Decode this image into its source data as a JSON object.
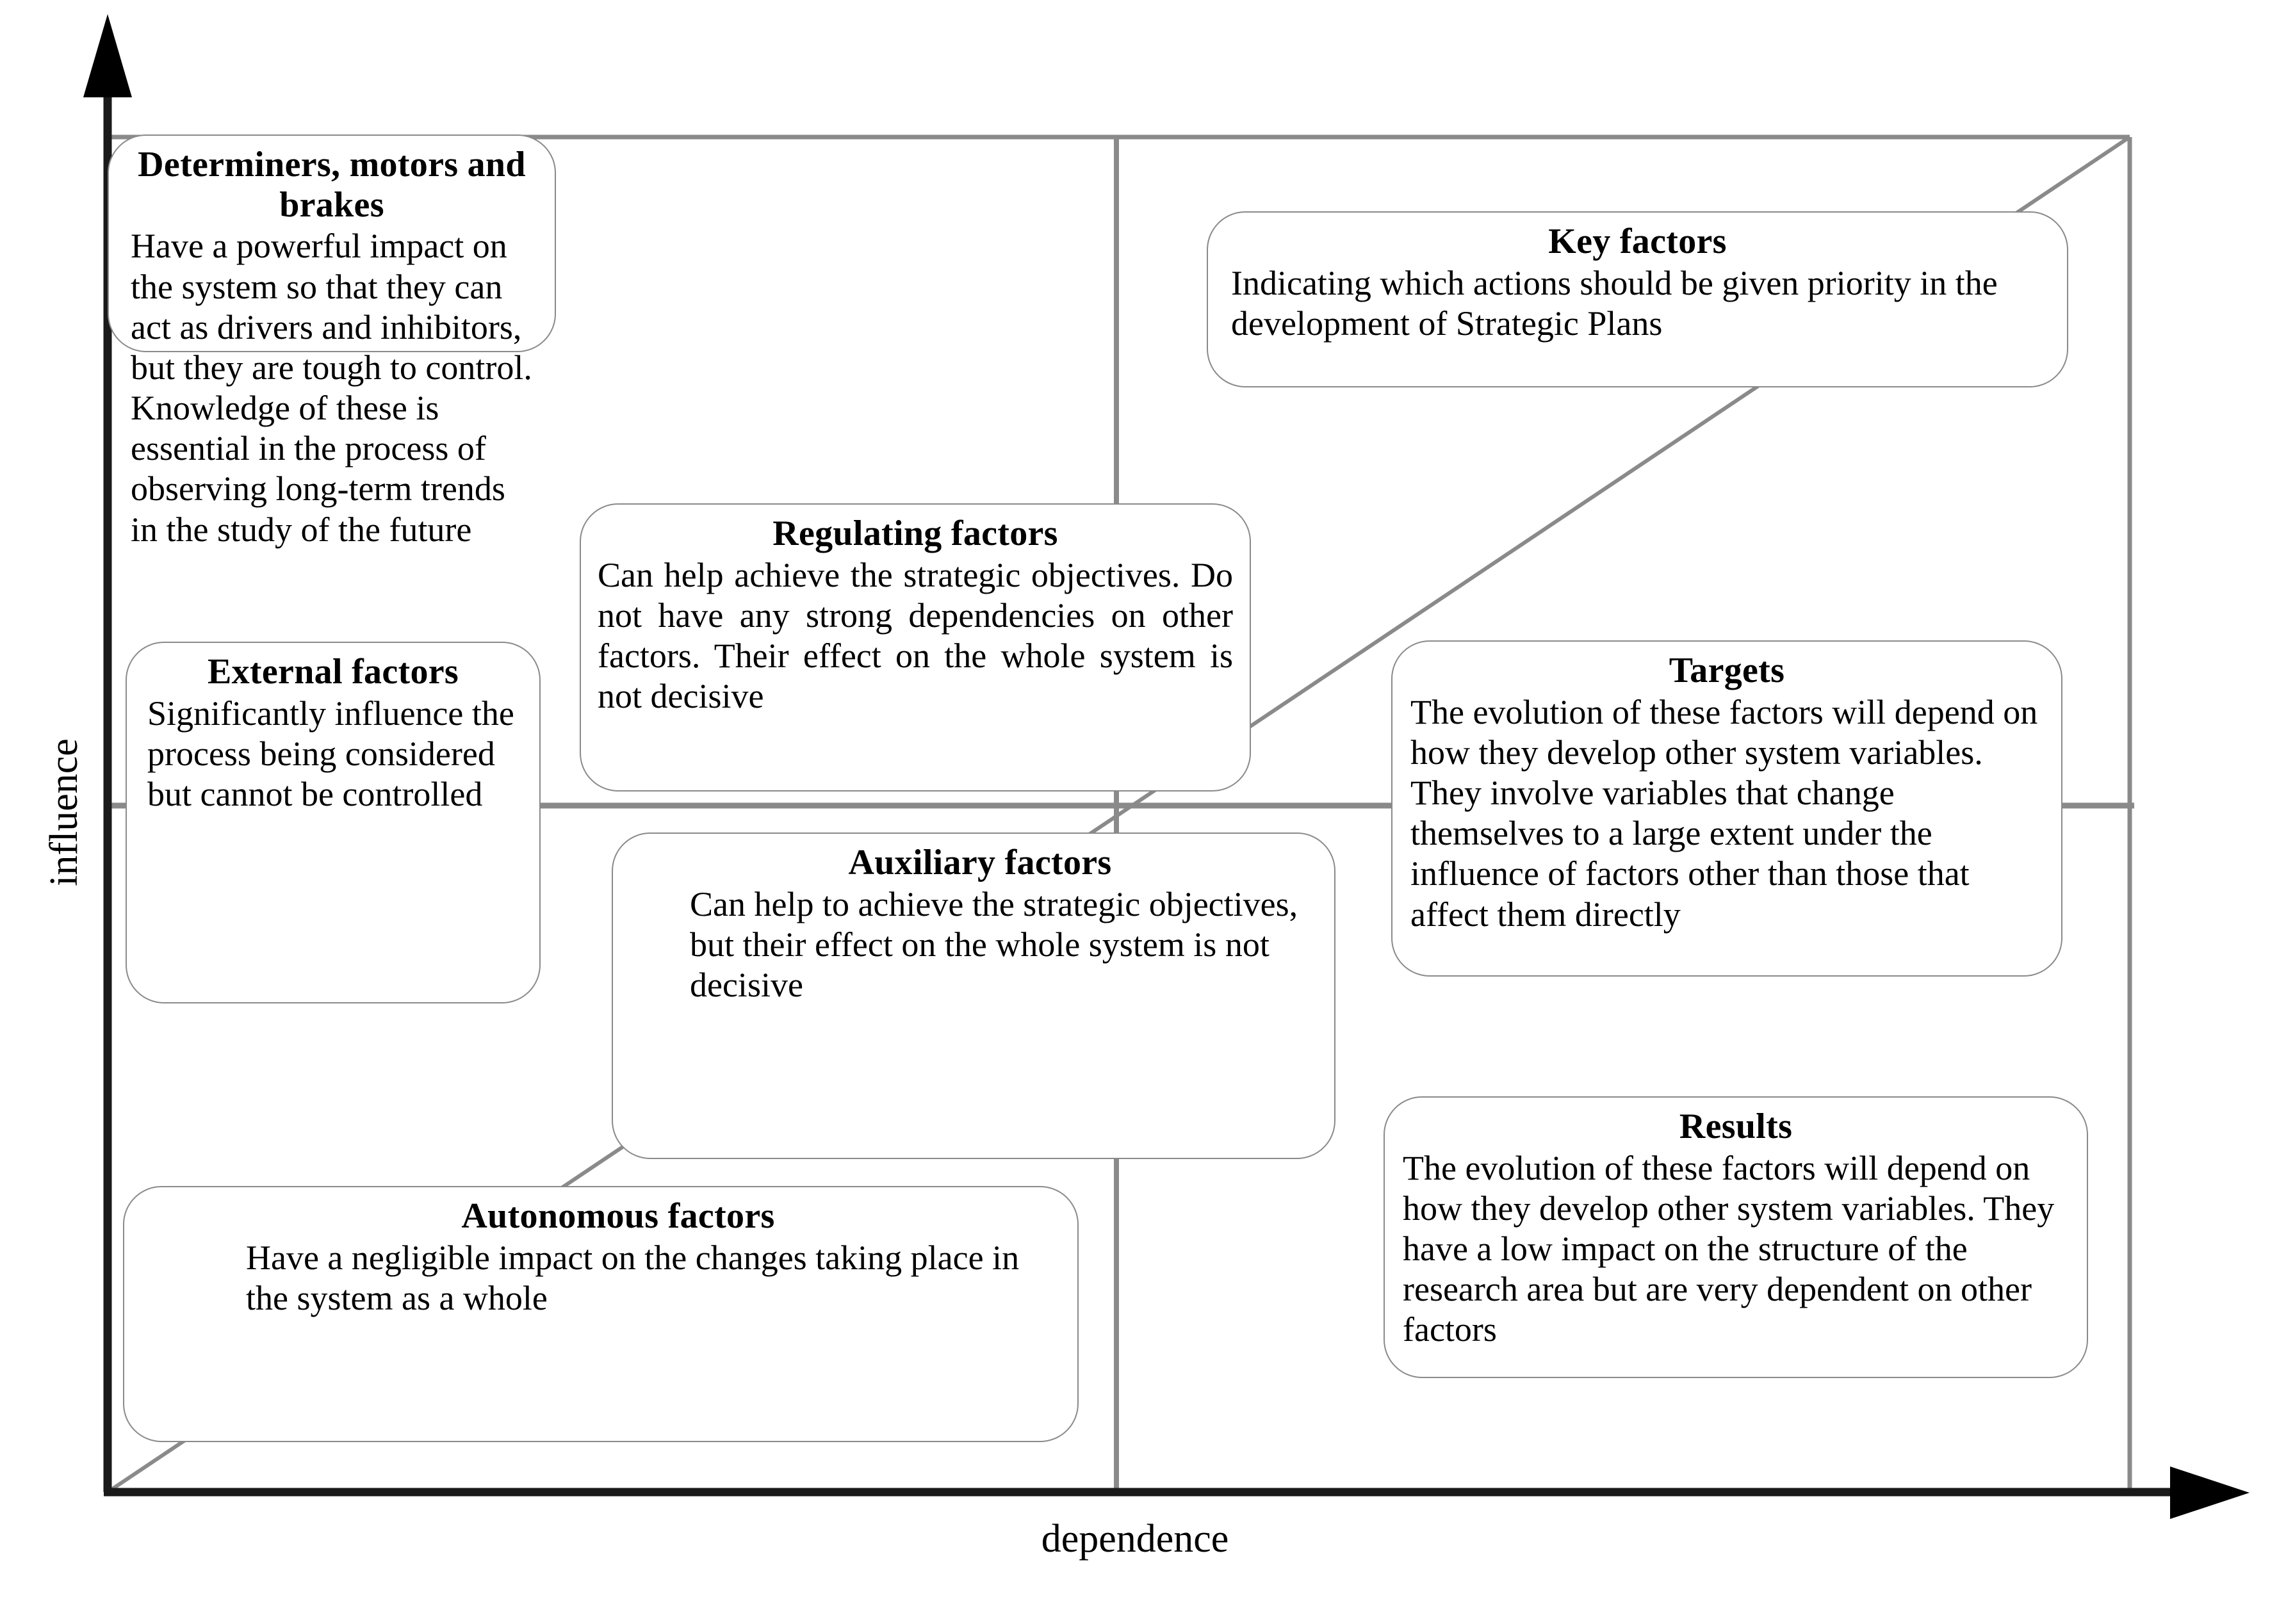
{
  "axes": {
    "y_label": "influence",
    "x_label": "dependence",
    "y_arrow_icon": "arrow-up-icon",
    "x_arrow_icon": "arrow-right-icon"
  },
  "quadrants": {
    "divider_color": "#8a8a8a",
    "frame_color": "#8a8a8a",
    "axis_color": "#1a1a1a",
    "box_border_color": "#8a8a8a",
    "box_fill_color": "#ffffff"
  },
  "boxes": [
    {
      "id": "determiners",
      "title": "Determiners, motors and brakes",
      "body": "Have a powerful impact on the system so that they can act as drivers and inhibitors, but they are tough to control. Knowledge of these is essential in the process of observing long-term trends in the study of the future"
    },
    {
      "id": "key-factors",
      "title": "Key factors",
      "body": "Indicating which actions should be given priority in the development of Strategic Plans"
    },
    {
      "id": "regulating-factors",
      "title": "Regulating factors",
      "body": "Can help achieve the strategic objectives. Do not have any strong dependencies on other factors. Their effect on the whole system is not decisive"
    },
    {
      "id": "external-factors",
      "title": "External factors",
      "body": "Significantly influence the process being considered but cannot be controlled"
    },
    {
      "id": "targets",
      "title": "Targets",
      "body": "The evolution of these factors will depend on how they develop other system variables. They involve variables that change themselves to a large extent under the influence of factors other than those that affect them directly"
    },
    {
      "id": "auxiliary-factors",
      "title": "Auxiliary factors",
      "body": "Can help to achieve the strategic objectives, but their effect on the whole system is not decisive"
    },
    {
      "id": "results",
      "title": "Results",
      "body": "The evolution of these factors will depend on how they develop other system variables. They have a low impact on the structure of the research area but are very dependent on other factors"
    },
    {
      "id": "autonomous-factors",
      "title": "Autonomous factors",
      "body": "Have a negligible impact on the changes taking place in the system as a whole"
    }
  ]
}
